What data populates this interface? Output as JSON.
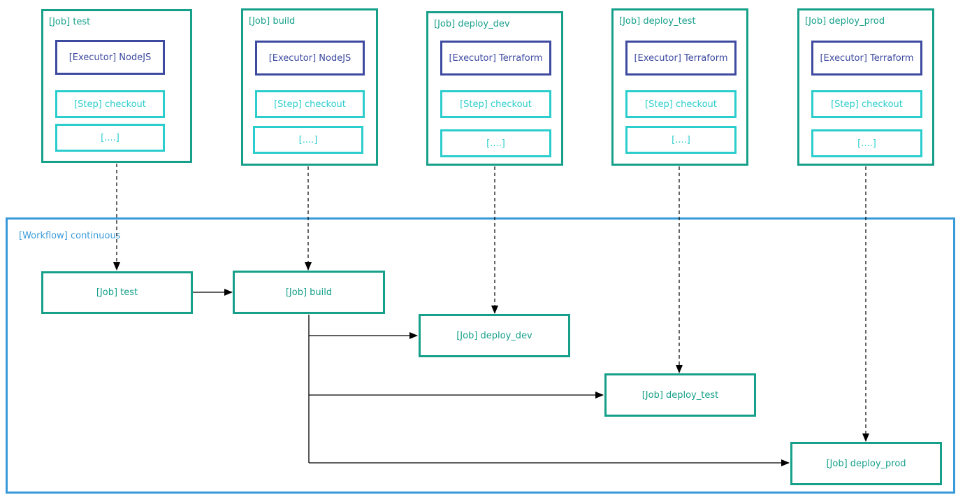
{
  "colors": {
    "job": "#16a08a",
    "executor": "#3d4aa0",
    "step": "#2ccdcd",
    "workflow": "#3a9ad9",
    "arrow": "#000000"
  },
  "job_definitions": [
    {
      "title": "[Job] test",
      "executor": "[Executor] NodeJS",
      "step": "[Step] checkout",
      "more": "[....]"
    },
    {
      "title": "[Job] build",
      "executor": "[Executor] NodeJS",
      "step": "[Step] checkout",
      "more": "[....]"
    },
    {
      "title": "[Job] deploy_dev",
      "executor": "[Executor] Terraform",
      "step": "[Step] checkout",
      "more": "[....]"
    },
    {
      "title": "[Job] deploy_test",
      "executor": "[Executor] Terraform",
      "step": "[Step] checkout",
      "more": "[....]"
    },
    {
      "title": "[Job] deploy_prod",
      "executor": "[Executor] Terraform",
      "step": "[Step] checkout",
      "more": "[....]"
    }
  ],
  "workflow": {
    "label": "[Workflow] continuous",
    "jobs": [
      {
        "label": "[Job] test"
      },
      {
        "label": "[Job] build"
      },
      {
        "label": "[Job] deploy_dev"
      },
      {
        "label": "[Job] deploy_test"
      },
      {
        "label": "[Job] deploy_prod"
      }
    ]
  }
}
